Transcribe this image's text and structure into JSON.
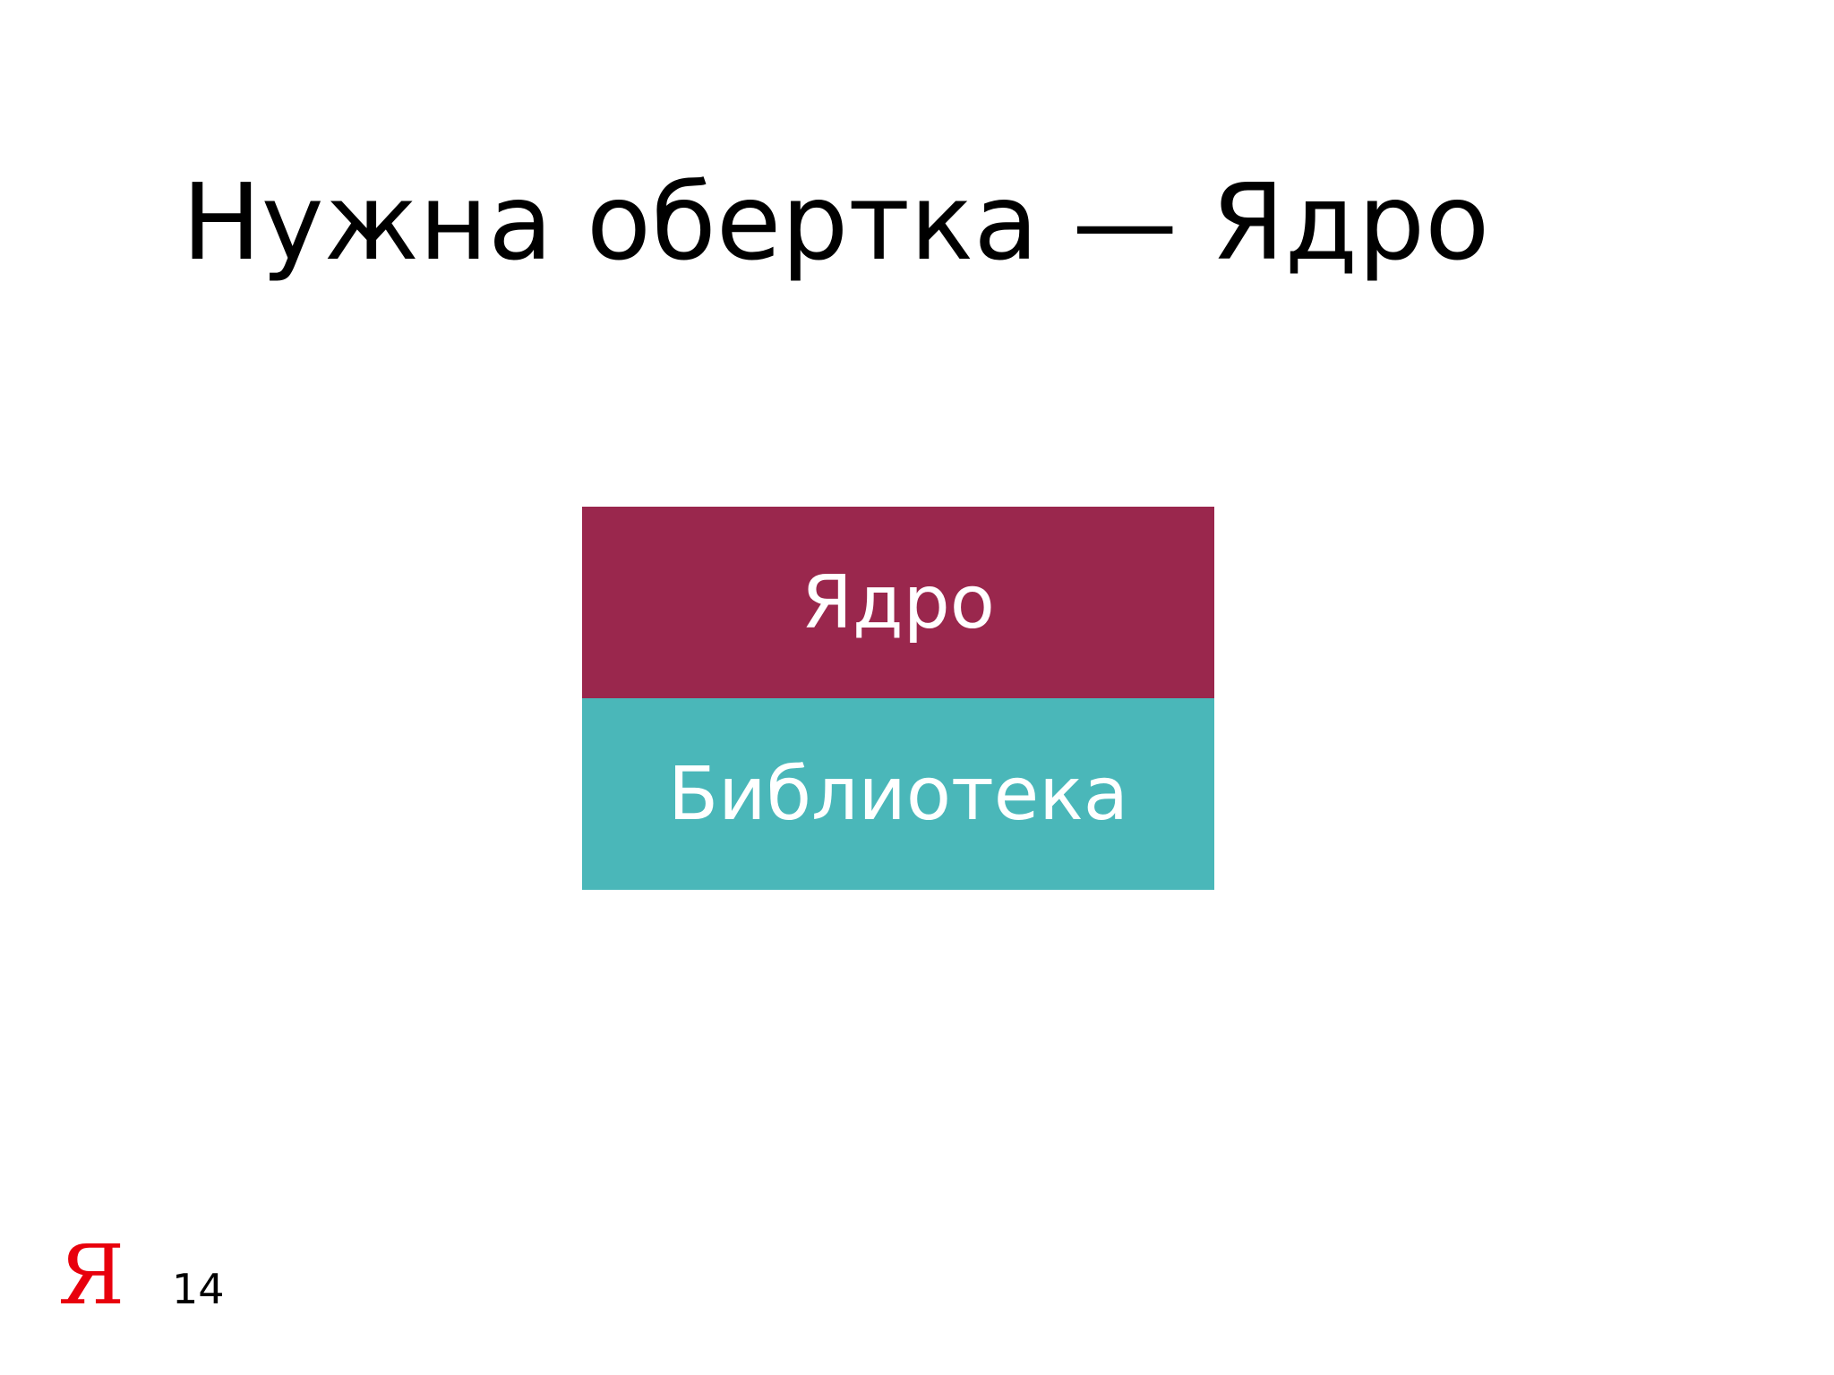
{
  "slide": {
    "title": "Нужна обертка — Ядро",
    "page_number": "14"
  },
  "diagram": {
    "layers": [
      {
        "label": "Ядро",
        "color": "#9a274d"
      },
      {
        "label": "Библиотека",
        "color": "#4ab7b9"
      }
    ]
  },
  "footer": {
    "logo_text": "Я",
    "logo_color": "#e8000c"
  }
}
